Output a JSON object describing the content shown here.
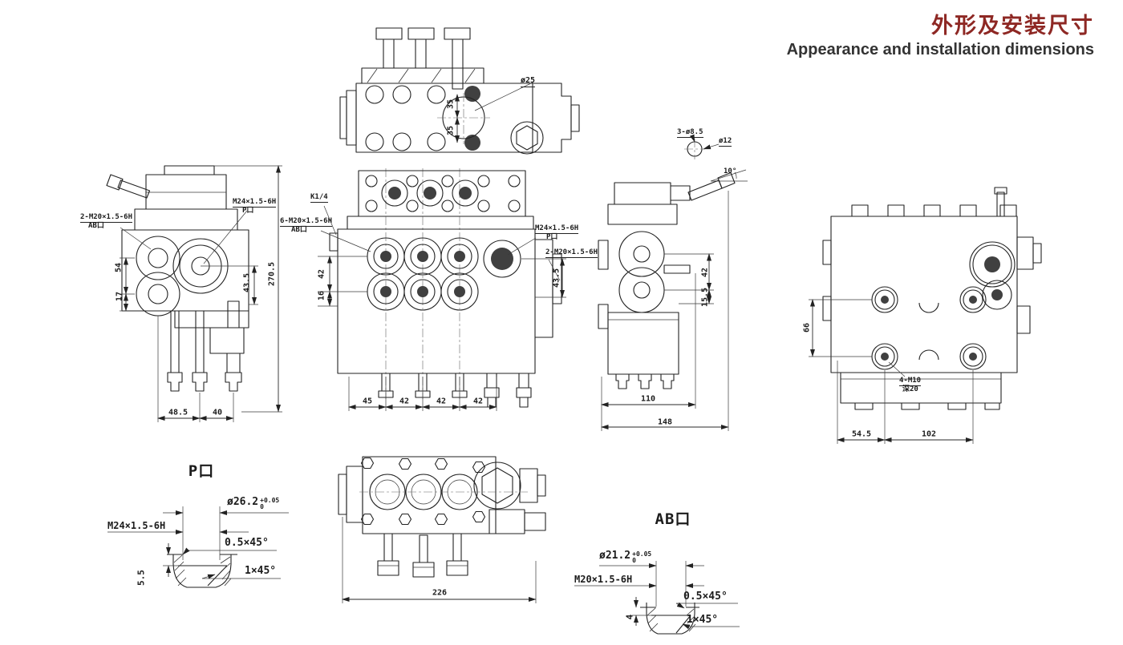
{
  "title": {
    "zh": "外形及安装尺寸",
    "en": "Appearance and installation dimensions"
  },
  "views": {
    "top": {
      "dia_label": "ø25",
      "dim_a": "35",
      "dim_b": "35"
    },
    "left": {
      "thread_ab": "2-M20×1.5-6H",
      "port_ab": "AB口",
      "thread_p": "M24×1.5-6H",
      "port_p": "P口",
      "dim_54": "54",
      "dim_17": "17",
      "dim_43_5": "43.5",
      "dim_270_5": "270.5",
      "dim_48_5": "48.5",
      "dim_40": "40"
    },
    "front": {
      "plug": "K1/4",
      "thread_ab": "6-M20×1.5-6H",
      "port_ab": "AB口",
      "thread_p": "M24×1.5-6H",
      "port_p": "P口",
      "thread_carry": "2-M20×1.5-6H",
      "dim_42": "42",
      "dim_16": "16",
      "dim_43_5": "43.5",
      "dim_45": "45",
      "dim_42a": "42",
      "dim_42b": "42",
      "dim_42c": "42"
    },
    "right": {
      "holes": "3-ø8.5",
      "dia_12": "ø12",
      "angle": "10°",
      "dim_42": "42",
      "dim_15_5": "15.5",
      "dim_110": "110",
      "dim_148": "148"
    },
    "rear": {
      "dim_66": "66",
      "holes": "4-M10",
      "depth": "深20",
      "dim_54_5": "54.5",
      "dim_102": "102"
    },
    "bottom": {
      "dim_226": "226"
    }
  },
  "p_port": {
    "title": "P口",
    "dia": "ø26.2",
    "tol_up": "+0.05",
    "tol_dn": "0",
    "thread": "M24×1.5-6H",
    "chamfer_a": "0.5×45°",
    "chamfer_b": "1×45°",
    "dim_5_5": "5.5"
  },
  "ab_port": {
    "title": "AB口",
    "dia": "ø21.2",
    "tol_up": "+0.05",
    "tol_dn": "0",
    "thread": "M20×1.5-6H",
    "chamfer_a": "0.5×45°",
    "chamfer_b": "1×45°",
    "dim_4": "4"
  },
  "colors": {
    "accent_red": "#8e2824",
    "ink": "#1c1c1c"
  }
}
